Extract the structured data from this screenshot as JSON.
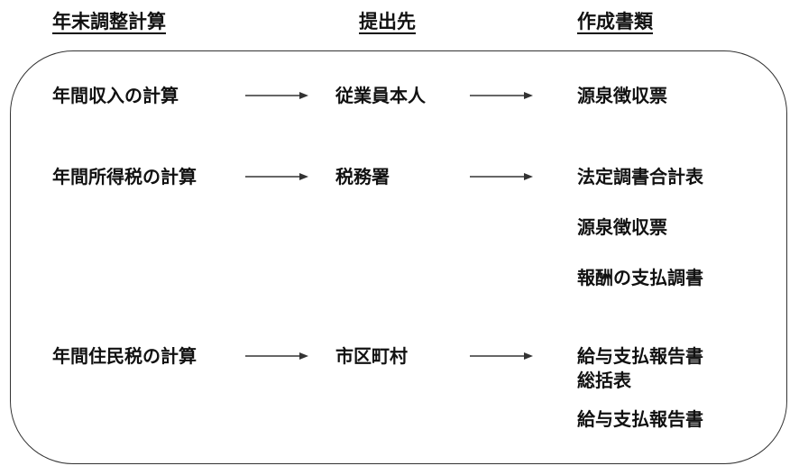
{
  "headers": {
    "calculation": "年末調整計算",
    "submit_to": "提出先",
    "documents": "作成書類"
  },
  "rows": [
    {
      "calculation": "年間収入の計算",
      "submit_to": "従業員本人",
      "documents": [
        "源泉徴収票"
      ]
    },
    {
      "calculation": "年間所得税の計算",
      "submit_to": "税務署",
      "documents": [
        "法定調書合計表",
        "源泉徴収票",
        "報酬の支払調書"
      ]
    },
    {
      "calculation": "年間住民税の計算",
      "submit_to": "市区町村",
      "documents": [
        "給与支払報告書",
        "総括表",
        "給与支払報告書"
      ]
    }
  ],
  "colors": {
    "text": "#111111",
    "line": "#333333"
  }
}
